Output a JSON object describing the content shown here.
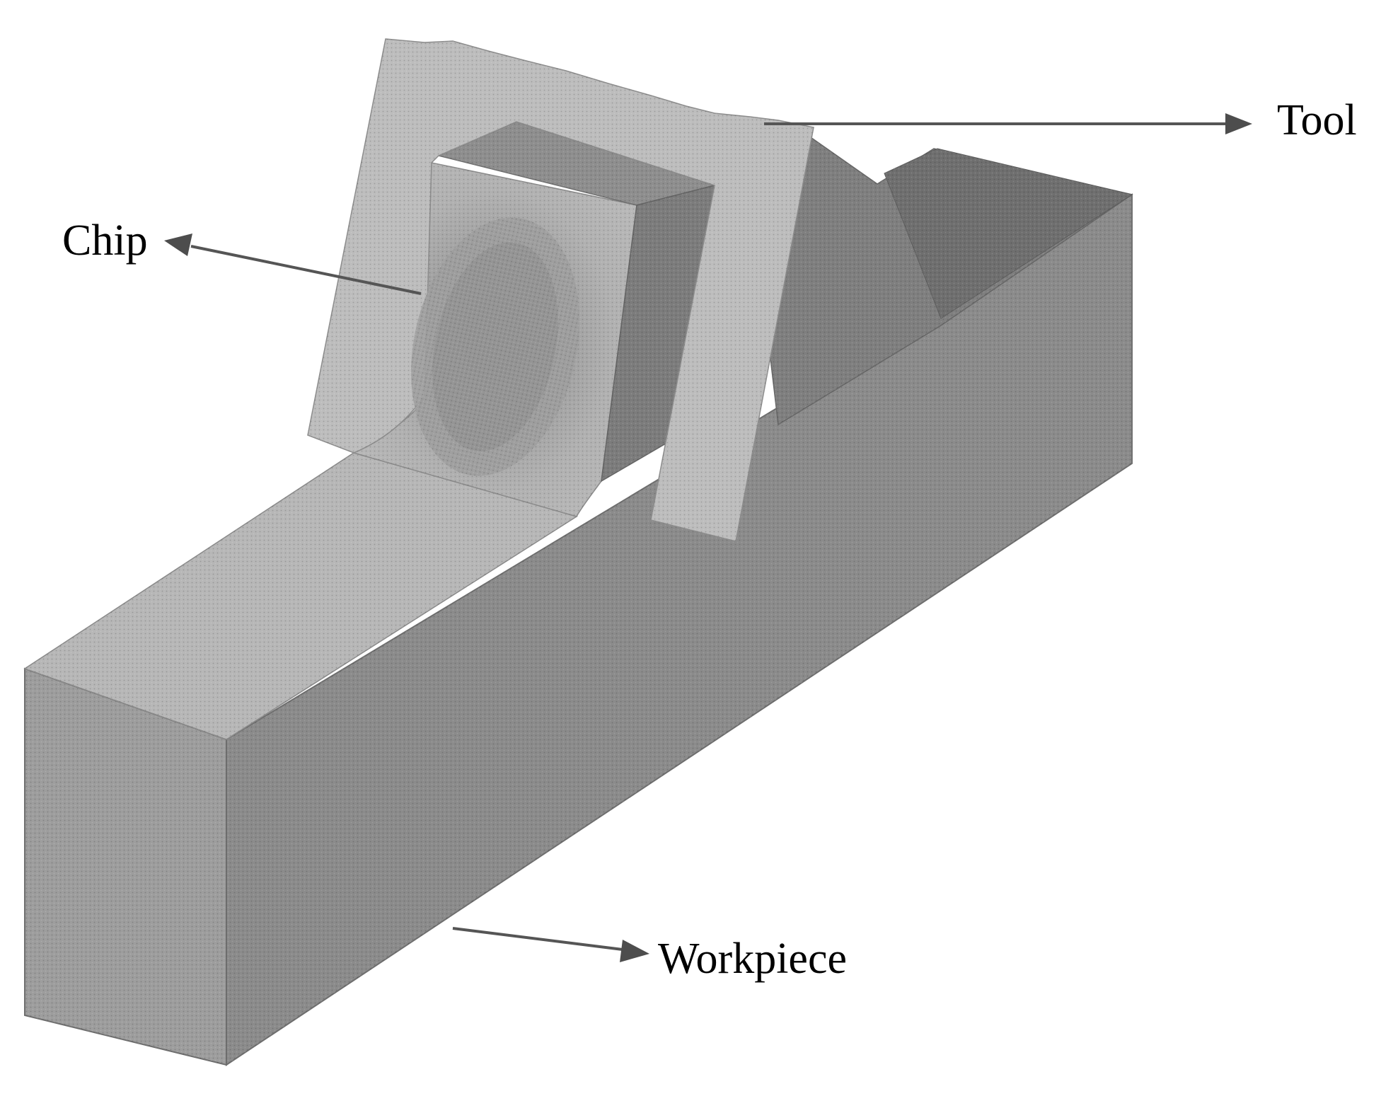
{
  "labels": {
    "tool": "Tool",
    "chip": "Chip",
    "workpiece": "Workpiece"
  },
  "colors": {
    "background": "#ffffff",
    "workpiece_front": "#9b9b9b",
    "workpiece_side": "#8a8a8a",
    "workpiece_top": "#b8b8b8",
    "tool_face": "#bdbdbd",
    "chip_body": "#a9a9a9",
    "chip_shadow": "#7d7d7d",
    "arrow": "#4d4d4d"
  }
}
